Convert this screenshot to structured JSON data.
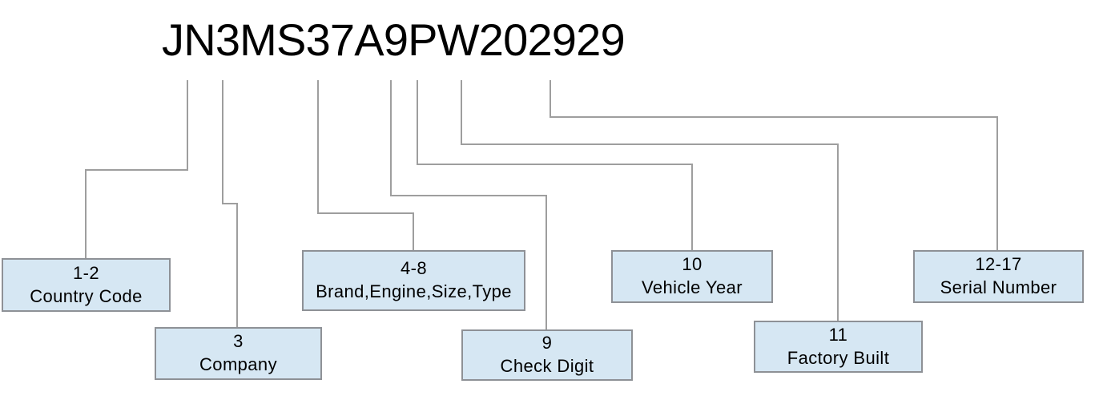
{
  "vin": "JN3MS37A9PW202929",
  "boxes": [
    {
      "positions": "1-2",
      "label": "Country Code"
    },
    {
      "positions": "3",
      "label": "Company"
    },
    {
      "positions": "4-8",
      "label": "Brand,Engine,Size,Type"
    },
    {
      "positions": "9",
      "label": "Check Digit"
    },
    {
      "positions": "10",
      "label": "Vehicle Year"
    },
    {
      "positions": "11",
      "label": "Factory Built"
    },
    {
      "positions": "12-17",
      "label": "Serial Number"
    }
  ],
  "colors": {
    "box_fill": "#d6e7f3",
    "box_border": "#8e9196",
    "connector": "#9e9e9e",
    "text": "#000000",
    "bg": "#ffffff"
  }
}
